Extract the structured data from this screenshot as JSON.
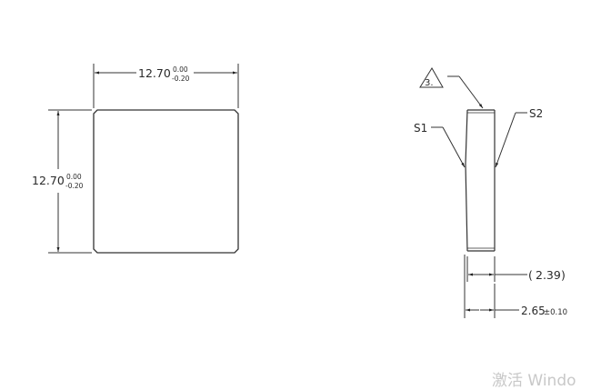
{
  "drawing": {
    "front_view": {
      "width_dim": {
        "nominal": "12.70",
        "upper_tol": "0.00",
        "lower_tol": "-0.20"
      },
      "height_dim": {
        "nominal": "12.70",
        "upper_tol": "0.00",
        "lower_tol": "-0.20"
      }
    },
    "side_view": {
      "note_flag": "3.",
      "surface_labels": {
        "left": "S1",
        "right": "S2"
      },
      "ref_dim": {
        "open": "(",
        "value": "2.39",
        "close": ")"
      },
      "thickness_dim": {
        "nominal": "2.65",
        "tol": "±0.10"
      }
    }
  },
  "watermark": "激活 Windo",
  "colors": {
    "line": "#333333",
    "text": "#2a2a2a",
    "watermark": "#c8c8c8"
  }
}
